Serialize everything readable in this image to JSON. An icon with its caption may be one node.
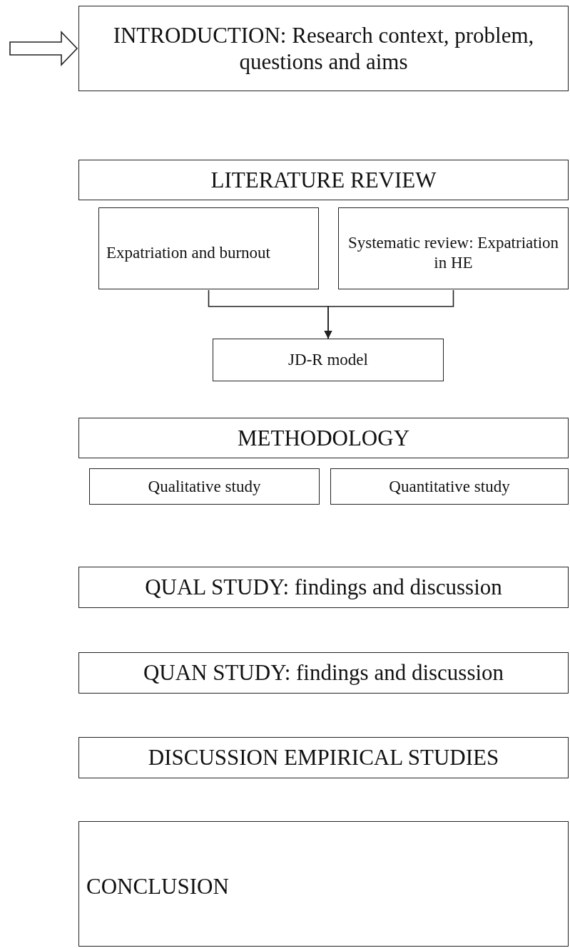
{
  "diagram": {
    "nodes": [
      {
        "text": [
          "INTRODUCTION: Research context, problem, questions and aims"
        ]
      },
      {
        "text": [
          "LITERATURE REVIEW"
        ]
      },
      {
        "text": [
          "Expatriation and burnout"
        ]
      },
      {
        "text": [
          "Systematic review: Expatriation in HE"
        ]
      },
      {
        "text": [
          "JD-R model"
        ]
      },
      {
        "text": [
          "METHODOLOGY"
        ]
      },
      {
        "text": [
          "Qualitative study"
        ]
      },
      {
        "text": [
          "Quantitative study"
        ]
      },
      {
        "text": [
          "QUAL STUDY: findings and discussion"
        ]
      },
      {
        "text": [
          "QUAN STUDY: findings and discussion"
        ]
      },
      {
        "text": [
          "DISCUSSION EMPIRICAL STUDIES"
        ]
      },
      {
        "text": [
          "CONCLUSION"
        ]
      }
    ],
    "edges": [
      {
        "from": null,
        "to": 0,
        "arrow": "to",
        "style": "thick"
      },
      {
        "from": 2,
        "to": 4,
        "arrow": "to"
      },
      {
        "from": 3,
        "to": 4,
        "arrow": "to"
      }
    ]
  }
}
